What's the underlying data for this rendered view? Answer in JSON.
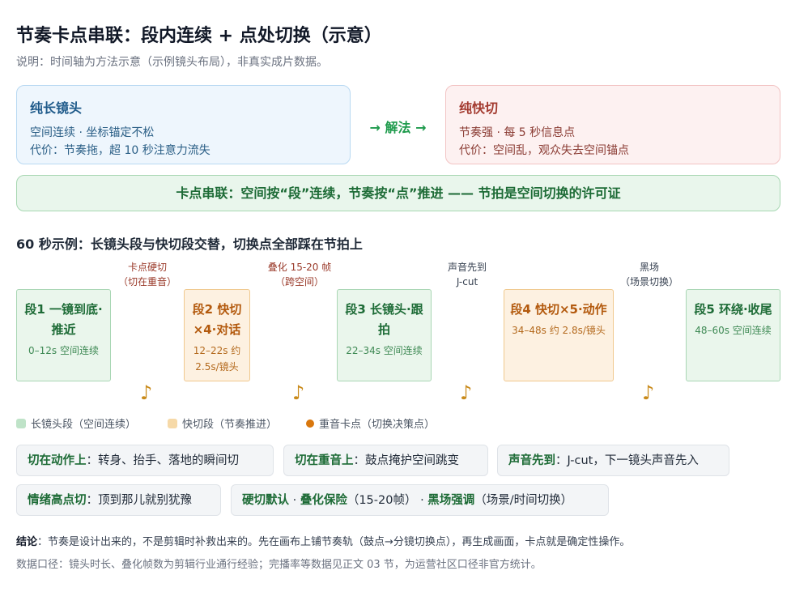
{
  "header": {
    "title": "节奏卡点串联：段内连续 + 点处切换（示意）",
    "subtitle": "说明：时间轴为方法示意（示例镜头布局），非真实成片数据。"
  },
  "cards": {
    "long_take": {
      "title": "纯长镜头",
      "line1": "空间连续 · 坐标锚定不松",
      "line2": "代价：节奏拖，超 10 秒注意力流失"
    },
    "fast_cut": {
      "title": "纯快切",
      "line1": "节奏强 · 每 5 秒信息点",
      "line2": "代价：空间乱，观众失去空间锚点"
    },
    "solution_arrow": "→ 解法 →"
  },
  "banner": "卡点串联：空间按“段”连续，节奏按“点”推进 —— 节拍是空间切换的许可证",
  "timeline": {
    "title": "60 秒示例：长镜头段与快切段交替，切换点全部踩在节拍上",
    "segments": [
      {
        "type": "long",
        "title": "段1 一镜到底·推近",
        "sub": "0–12s 空间连续"
      },
      {
        "type": "fast",
        "title": "段2 快切×4·对话",
        "sub": "12–22s 约 2.5s/镜头"
      },
      {
        "type": "long",
        "title": "段3 长镜头·跟拍",
        "sub": "22–34s 空间连续"
      },
      {
        "type": "fast",
        "title": "段4 快切×5·动作",
        "sub": "34–48s 约 2.8s/镜头"
      },
      {
        "type": "long",
        "title": "段5 环绕·收尾",
        "sub": "48–60s 空间连续"
      }
    ],
    "transitions": [
      {
        "line1": "卡点硬切",
        "line2": "（切在重音）"
      },
      {
        "line1": "叠化 15-20 帧",
        "line2": "（跨空间）"
      },
      {
        "line1": "声音先到",
        "line2": "J-cut"
      },
      {
        "line1": "黑场",
        "line2": "（场景切换）"
      }
    ],
    "beat_symbol": "♪"
  },
  "legend": {
    "long": "长镜头段（空间连续）",
    "fast": "快切段（节奏推进）",
    "beat": "重音卡点（切换决策点）"
  },
  "colors": {
    "long": "#bfe3c8",
    "fast": "#f6d9a8",
    "beat": "#d9770d"
  },
  "tips": [
    {
      "key": "切在动作上",
      "text": "：转身、抬手、落地的瞬间切"
    },
    {
      "key": "切在重音上",
      "text": "：鼓点掩护空间跳变"
    },
    {
      "key": "声音先到",
      "text": "：J-cut，下一镜头声音先入"
    },
    {
      "key": "情绪高点切",
      "text": "：顶到那儿就别犹豫"
    }
  ],
  "tip5": {
    "k1": "硬切默认",
    "sep1": " · ",
    "k2": "叠化保险",
    "t2": "（15-20帧）",
    "sep2": " · ",
    "k3": "黑场强调",
    "t3": "（场景/时间切换）"
  },
  "footer": {
    "conclusion_label": "结论",
    "conclusion_text": "：节奏是设计出来的，不是剪辑时补救出来的。先在画布上铺节奏轨（鼓点→分镜切换点），再生成画面，卡点就是确定性操作。",
    "data_note": "数据口径：镜头时长、叠化帧数为剪辑行业通行经验；完播率等数据见正文 03 节，为运营社区口径非官方统计。"
  }
}
